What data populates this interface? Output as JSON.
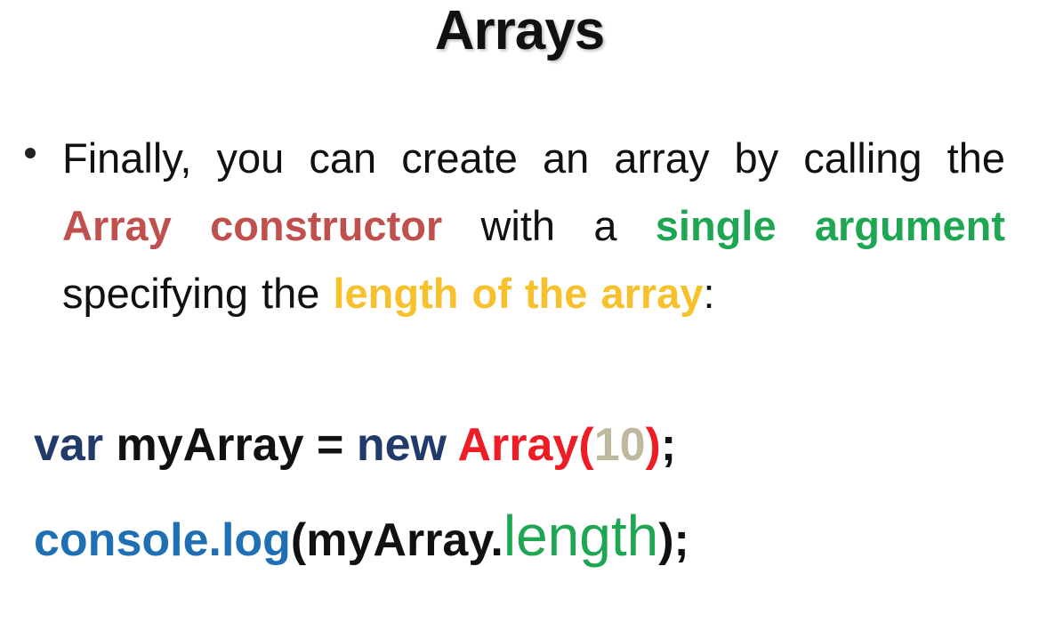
{
  "slide": {
    "title": "Arrays",
    "bullet": {
      "part1": "Finally, you can create an array by calling the ",
      "highlight_constructor": "Array constructor",
      "part2": " with a ",
      "highlight_argument": "single argument",
      "part3": " specifying the ",
      "highlight_length": "length of the array",
      "part4": ":"
    },
    "code": {
      "line1": {
        "kw_var": "var",
        "ident": " myArray = ",
        "kw_new": "new",
        "space": " ",
        "class_name": "Array",
        "open_paren": "(",
        "number": "10",
        "close_paren": ")",
        "semicolon": ";"
      },
      "line2": {
        "fn": "console.log",
        "open_paren": "(",
        "obj": "myArray.",
        "prop": "length",
        "close": ");"
      }
    }
  },
  "colors": {
    "constructor_highlight": "#c0504d",
    "argument_highlight": "#1fa653",
    "length_highlight": "#f7c12b",
    "keyword": "#213a6a",
    "class_name": "#ee1c24",
    "number": "#bdb89e",
    "function": "#1f6fb5",
    "property": "#1fa653"
  }
}
